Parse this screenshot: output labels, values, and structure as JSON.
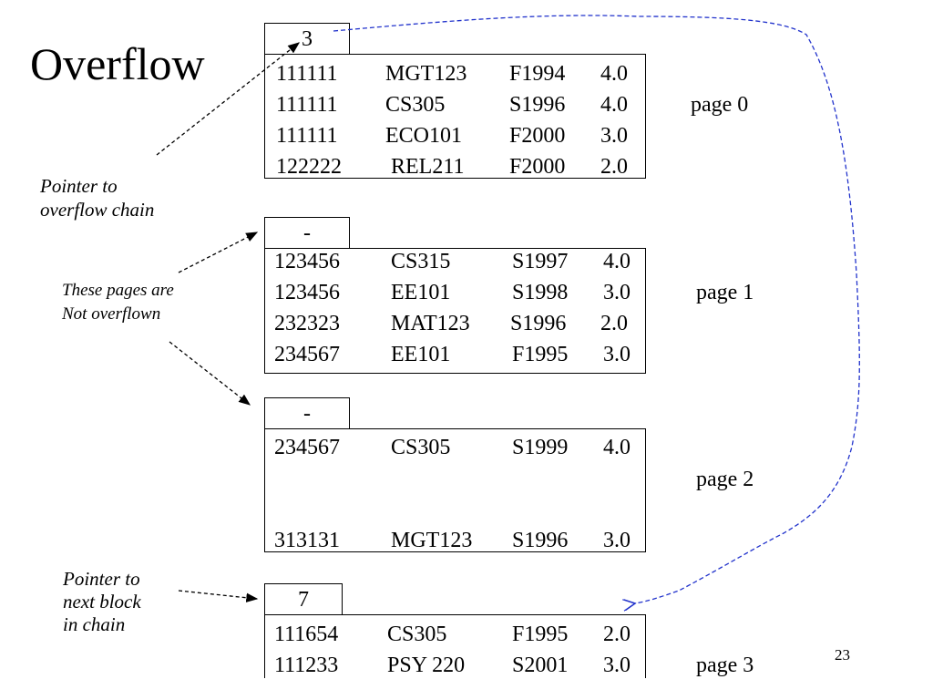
{
  "title": "Overflow",
  "pages": [
    {
      "pointer": "3",
      "label": "page 0",
      "rows": [
        [
          "111111",
          "MGT123",
          "F1994",
          "4.0"
        ],
        [
          "111111",
          "CS305",
          "S1996",
          "4.0"
        ],
        [
          "111111",
          "ECO101",
          "F2000",
          "3.0"
        ],
        [
          "122222",
          "REL211",
          "F2000",
          "2.0"
        ]
      ]
    },
    {
      "pointer": "-",
      "label": "page 1",
      "rows": [
        [
          "123456",
          "CS315",
          "S1997",
          "4.0"
        ],
        [
          "123456",
          "EE101",
          "S1998",
          "3.0"
        ],
        [
          "232323",
          "MAT123",
          "S1996",
          "2.0"
        ],
        [
          "234567",
          "EE101",
          "F1995",
          "3.0"
        ]
      ]
    },
    {
      "pointer": "-",
      "label": "page 2",
      "rows": [
        [
          "234567",
          "CS305",
          "S1999",
          "4.0"
        ],
        [
          "313131",
          "MGT123",
          "S1996",
          "3.0"
        ]
      ]
    },
    {
      "pointer": "7",
      "label": "page 3",
      "rows": [
        [
          "111654",
          "CS305",
          "F1995",
          "2.0"
        ],
        [
          "111233",
          "PSY 220",
          "S2001",
          "3.0"
        ]
      ]
    }
  ],
  "notes": {
    "overflow_pointer": [
      "Pointer to",
      "overflow chain"
    ],
    "not_overflown": [
      "These pages are",
      "Not overflown"
    ],
    "next_block": [
      "Pointer to",
      "next block",
      "in chain"
    ]
  },
  "slide_number": "23"
}
